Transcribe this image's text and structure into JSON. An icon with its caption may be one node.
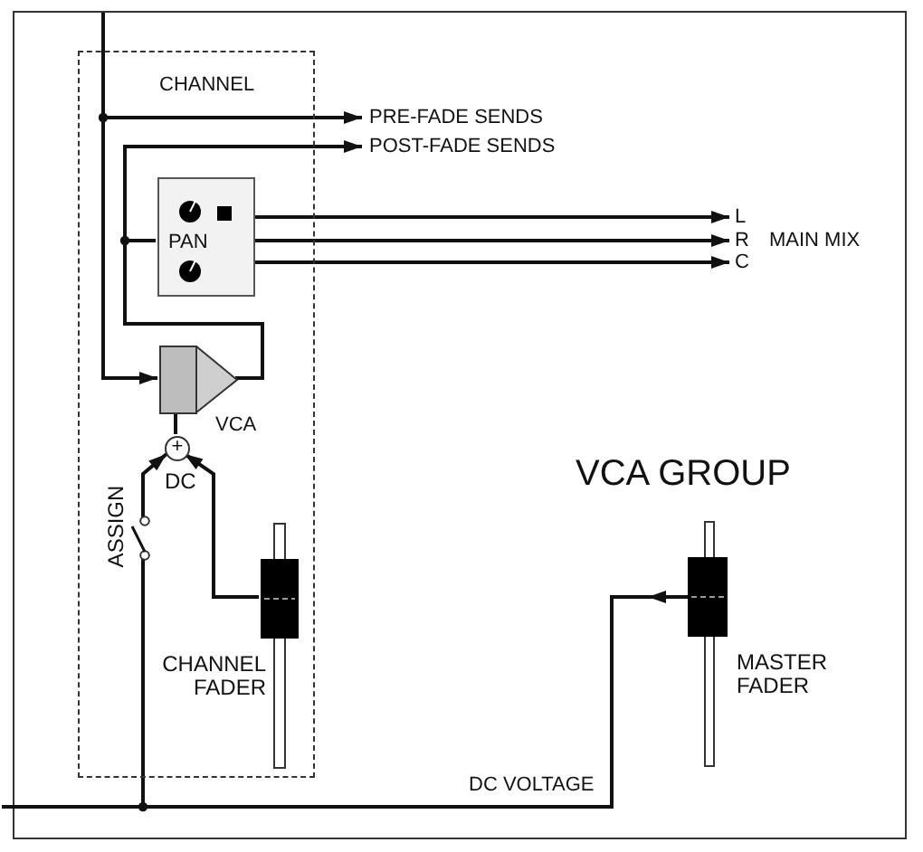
{
  "diagram": {
    "nodes": [
      {
        "text": [
          "CHANNEL"
        ]
      },
      {
        "text": [
          "PAN"
        ],
        "in": 0
      },
      {
        "text": [
          "VCA"
        ],
        "in": 0
      },
      {
        "text": [
          "+"
        ],
        "beside": [
          "DC"
        ],
        "in": 0
      },
      {
        "text": [
          "ASSIGN"
        ],
        "in": 0
      },
      {
        "text": [
          "CHANNEL FADER"
        ],
        "in": 0
      },
      {
        "text": [
          "MASTER FADER"
        ]
      },
      {
        "text": [
          "PRE-FADE SENDS"
        ]
      },
      {
        "text": [
          "POST-FADE SENDS"
        ]
      },
      {
        "text": [
          "L"
        ]
      },
      {
        "text": [
          "R"
        ]
      },
      {
        "text": [
          "C"
        ]
      }
    ],
    "edges": [
      {
        "from": null,
        "to": 2,
        "arrow": "to"
      },
      {
        "from": null,
        "to": 7,
        "arrow": "to"
      },
      {
        "from": 2,
        "to": 8,
        "arrow": "to"
      },
      {
        "from": 2,
        "to": 1,
        "arrow": "none"
      },
      {
        "from": 1,
        "to": 9,
        "arrow": "to"
      },
      {
        "from": 1,
        "to": 10,
        "arrow": "to"
      },
      {
        "from": 1,
        "to": 11,
        "arrow": "to"
      },
      {
        "from": 3,
        "to": 2,
        "arrow": "none"
      },
      {
        "from": 4,
        "to": 3,
        "arrow": "to"
      },
      {
        "from": 5,
        "to": 3,
        "arrow": "to"
      },
      {
        "from": 6,
        "to": 4,
        "arrow": "to",
        "label": "DC VOLTAGE"
      },
      {
        "from": 6,
        "to": null,
        "arrow": "none"
      }
    ],
    "labels": [
      "MAIN MIX",
      "VCA GROUP"
    ]
  }
}
